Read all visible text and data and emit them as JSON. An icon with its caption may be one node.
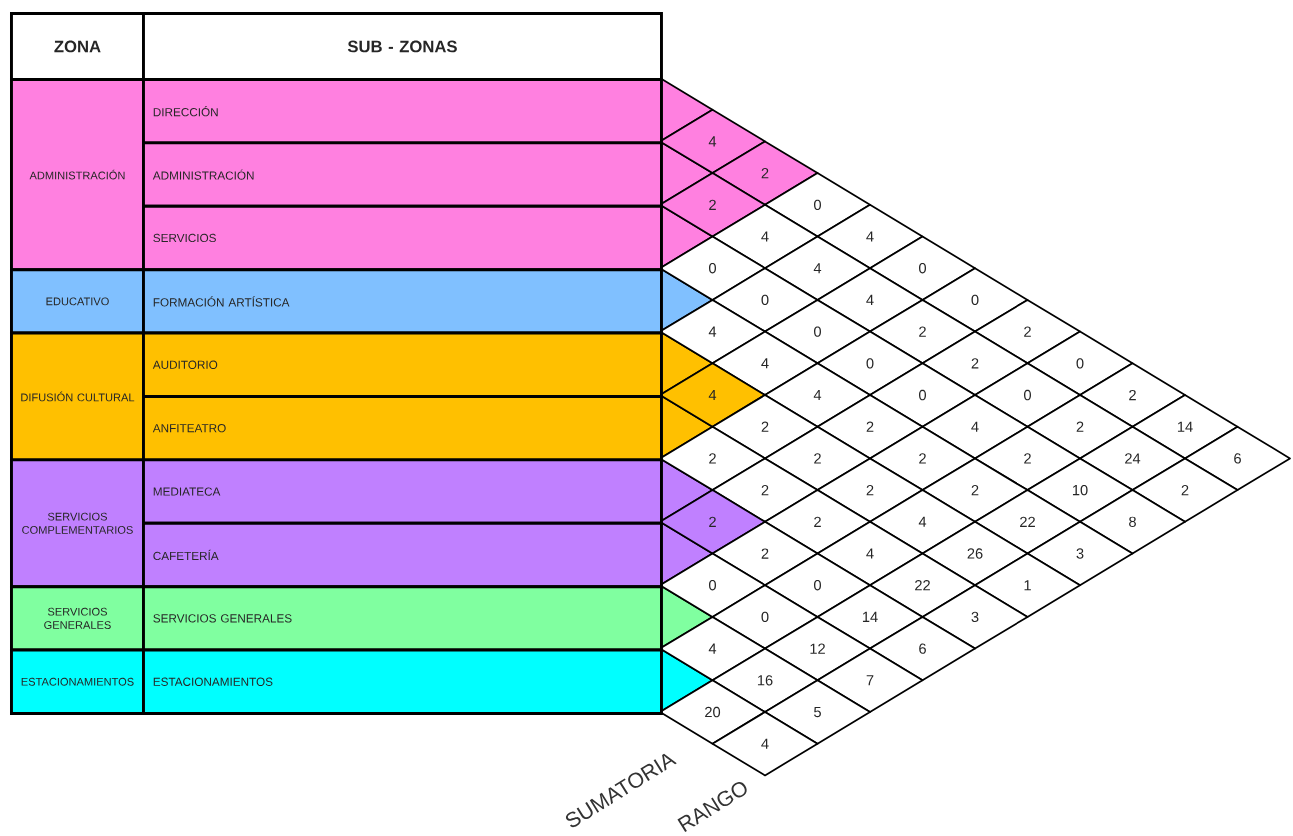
{
  "diagram": {
    "nodes": [
      {
        "text": [
          "ZONA"
        ]
      },
      {
        "text": [
          "SUB - ZONAS"
        ]
      },
      {
        "text": [
          "ADMINISTRACIÓN"
        ]
      },
      {
        "text": [
          "DIRECCIÓN"
        ]
      },
      {
        "text": [
          "ADMINISTRACIÓN"
        ]
      },
      {
        "text": [
          "SERVICIOS"
        ]
      },
      {
        "text": [
          "EDUCATIVO"
        ]
      },
      {
        "text": [
          "FORMACIÓN ARTÍSTICA"
        ]
      },
      {
        "text": [
          "DIFUSIÓN CULTURAL"
        ]
      },
      {
        "text": [
          "AUDITORIO"
        ]
      },
      {
        "text": [
          "ANFITEATRO"
        ]
      },
      {
        "text": [
          "SERVICIOS COMPLEMENTARIOS"
        ]
      },
      {
        "text": [
          "MEDIATECA"
        ]
      },
      {
        "text": [
          "CAFETERÍA"
        ]
      },
      {
        "text": [
          "SERVICIOS GENERALES"
        ]
      },
      {
        "text": [
          "SERVICIOS GENERALES"
        ]
      },
      {
        "text": [
          "ESTACIONAMIENTOS"
        ]
      },
      {
        "text": [
          "ESTACIONAMIENTOS"
        ]
      }
    ],
    "labels": [
      "4",
      "2",
      "2",
      "0",
      "4",
      "4",
      "0",
      "4",
      "0",
      "0",
      "4",
      "0",
      "4",
      "0",
      "2",
      "2",
      "4",
      "0",
      "2",
      "0",
      "4",
      "4",
      "0",
      "0",
      "2",
      "2",
      "2",
      "4",
      "2",
      "14",
      "2",
      "2",
      "2",
      "2",
      "24",
      "6",
      "2",
      "2",
      "2",
      "10",
      "2",
      "2",
      "2",
      "4",
      "22",
      "8",
      "2",
      "4",
      "26",
      "3",
      "0",
      "0",
      "22",
      "1",
      "0",
      "14",
      "3",
      "4",
      "12",
      "6",
      "16",
      "7",
      "20",
      "5",
      "4",
      "SUMATORIA",
      "RANGO"
    ]
  }
}
